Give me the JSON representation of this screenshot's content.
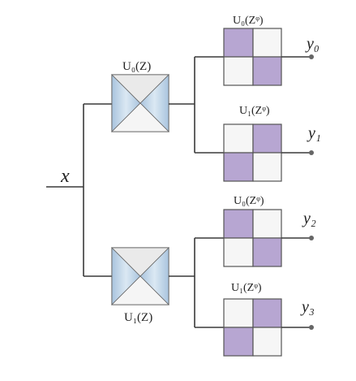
{
  "input_label": "x",
  "splitters": [
    {
      "label": "U₀(Z)"
    },
    {
      "label": "U₁(Z)"
    }
  ],
  "filters": [
    {
      "label": "U₀(Zᵠ)",
      "output": "y₀"
    },
    {
      "label": "U₁(Zᵠ)",
      "output": "y₁"
    },
    {
      "label": "U₀(Zᵠ)",
      "output": "y₂"
    },
    {
      "label": "U₁(Zᵠ)",
      "output": "y₃"
    }
  ],
  "colors": {
    "wire": "#3a3a3a",
    "splitter_fill_side": "#b9cfe4",
    "splitter_fill_mid": "#f0f0f0",
    "filter_purple": "#b7a6d2",
    "filter_white": "#f6f6f6"
  }
}
